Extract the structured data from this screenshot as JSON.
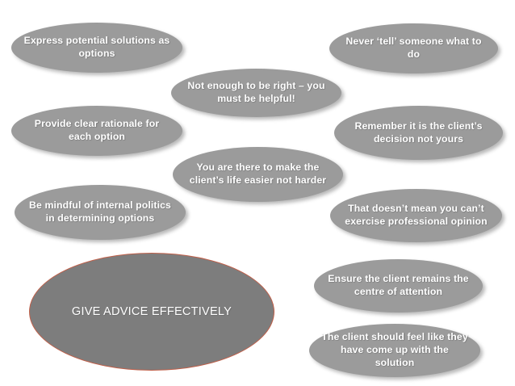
{
  "diagram": {
    "title": "Give Advice Effectively",
    "type": "hub-and-spoke-ellipse-cluster",
    "background_color": "#ffffff",
    "hub": {
      "label": "GIVE ADVICE EFFECTIVELY",
      "fill_color": "#7d7d7d",
      "border_color": "#c0604a",
      "text_color": "#ffffff"
    },
    "satellite_style": {
      "fill_color": "#9b9b9b",
      "text_color": "#ffffff",
      "shadow_color": "rgba(0,0,0,0.28)"
    },
    "nodes": [
      {
        "id": "express-potential-solutions",
        "label": "Express potential solutions as options"
      },
      {
        "id": "never-tell-someone",
        "label": "Never ‘tell’ someone what to do"
      },
      {
        "id": "not-enough-to-be-right",
        "label": "Not enough to be right – you must be helpful!"
      },
      {
        "id": "provide-clear-rationale",
        "label": "Provide clear rationale for each option"
      },
      {
        "id": "remember-clients-decision",
        "label": "Remember it is the client’s decision not yours"
      },
      {
        "id": "make-clients-life-easier",
        "label": "You are there to make the client’s life easier not harder"
      },
      {
        "id": "be-mindful-of-politics",
        "label": "Be mindful of internal politics in determining options"
      },
      {
        "id": "exercise-professional-opinion",
        "label": "That doesn’t mean you can’t exercise professional opinion"
      },
      {
        "id": "client-centre-of-attention",
        "label": "Ensure the client remains the centre of attention"
      },
      {
        "id": "client-came-up-with-solution",
        "label": "The client should feel like they have come up with the solution"
      }
    ]
  }
}
